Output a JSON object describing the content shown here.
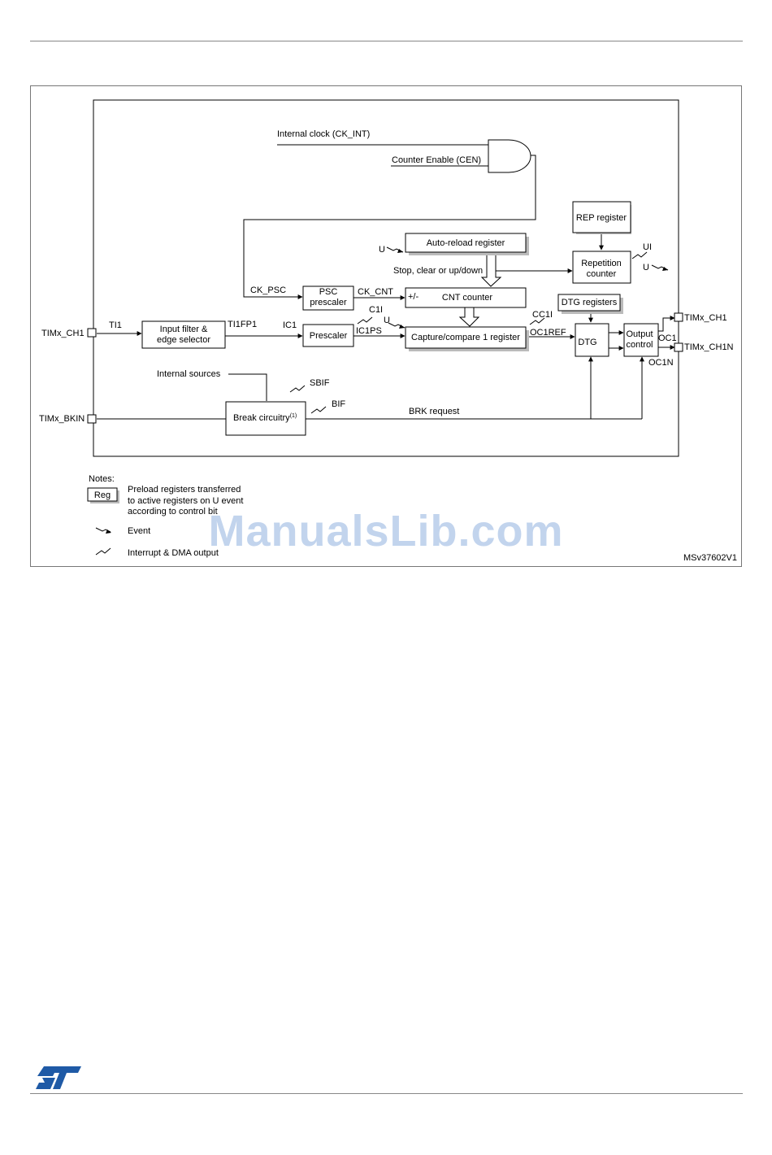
{
  "diagram": {
    "inputs": {
      "ch1": "TIMx_CH1",
      "bkin": "TIMx_BKIN"
    },
    "outputs": {
      "ch1": "TIMx_CH1",
      "ch1n": "TIMx_CH1N"
    },
    "signals": {
      "ck_int": "Internal clock (CK_INT)",
      "cen": "Counter Enable (CEN)",
      "ck_psc": "CK_PSC",
      "ck_cnt": "CK_CNT",
      "ti1": "TI1",
      "ti1fp1": "TI1FP1",
      "ic1": "IC1",
      "ic1ps": "IC1PS",
      "c1i": "C1I",
      "u": "U",
      "cc1i": "CC1I",
      "oc1ref": "OC1REF",
      "oc1": "OC1",
      "oc1n": "OC1N",
      "ui": "UI",
      "stop_clear": "Stop, clear or up/down",
      "updown": "+/-",
      "internal_sources": "Internal sources",
      "sbif": "SBIF",
      "bif": "BIF",
      "brk_request": "BRK request"
    },
    "blocks": {
      "input_filter": [
        "Input filter &",
        "edge selector"
      ],
      "psc": [
        "PSC",
        "prescaler"
      ],
      "prescaler": "Prescaler",
      "auto_reload": "Auto-reload register",
      "cnt": "CNT counter",
      "capture": "Capture/compare 1 register",
      "rep_register": "REP register",
      "rep_counter": [
        "Repetition",
        "counter"
      ],
      "dtg_registers": "DTG registers",
      "dtg": "DTG",
      "output_control": [
        "Output",
        "control"
      ],
      "break": "Break circuitry",
      "break_sup": "(1)"
    },
    "notes": {
      "title": "Notes:",
      "reg_label": "Reg",
      "reg_text": [
        "Preload registers transferred",
        "to active registers on U event",
        "according to control bit"
      ],
      "event": "Event",
      "interrupt": "Interrupt & DMA output"
    },
    "figure_id": "MSv37602V1"
  },
  "watermark": "ManualsLib.com",
  "brand_colors": {
    "st_logo": "#1f5aa6",
    "watermark": "#a9c3e6"
  }
}
